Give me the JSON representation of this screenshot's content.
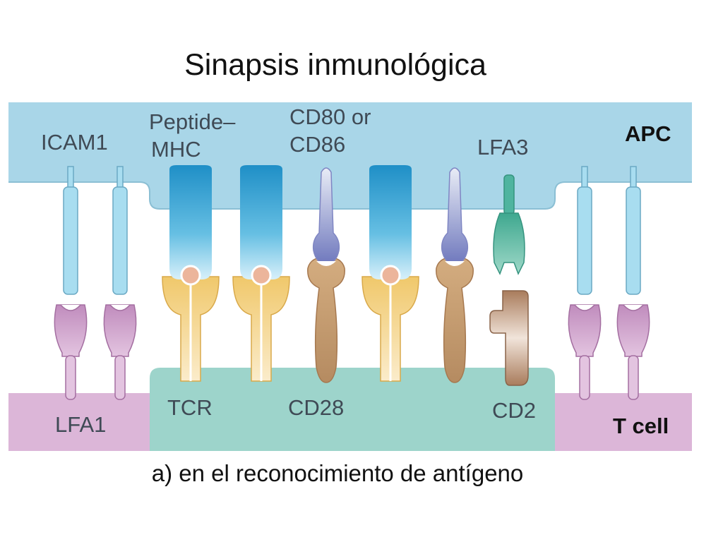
{
  "title": "Sinapsis inmunológica",
  "caption": "a) en el reconocimiento de antígeno",
  "labels": {
    "icam1": "ICAM1",
    "peptide_mhc_line1": "Peptide–",
    "peptide_mhc_line2": "MHC",
    "cd80_line1": "CD80 or",
    "cd80_line2": "CD86",
    "lfa3": "LFA3",
    "apc": "APC",
    "lfa1": "LFA1",
    "tcr": "TCR",
    "cd28": "CD28",
    "cd2": "CD2",
    "tcell": "T cell"
  },
  "colors": {
    "apc_membrane": "#a9d6e8",
    "tcell_membrane": "#dcb6d8",
    "synapse_zone": "#9dd4cb",
    "icam1": "#a8ddf0",
    "lfa1": "#c99ac6",
    "mhc": "#2f9dd0",
    "tcr": "#f2cf7c",
    "cd80": "#7f86c3",
    "cd28": "#c9a074",
    "lfa3": "#4fb49f",
    "cd2": "#a97c5c"
  }
}
